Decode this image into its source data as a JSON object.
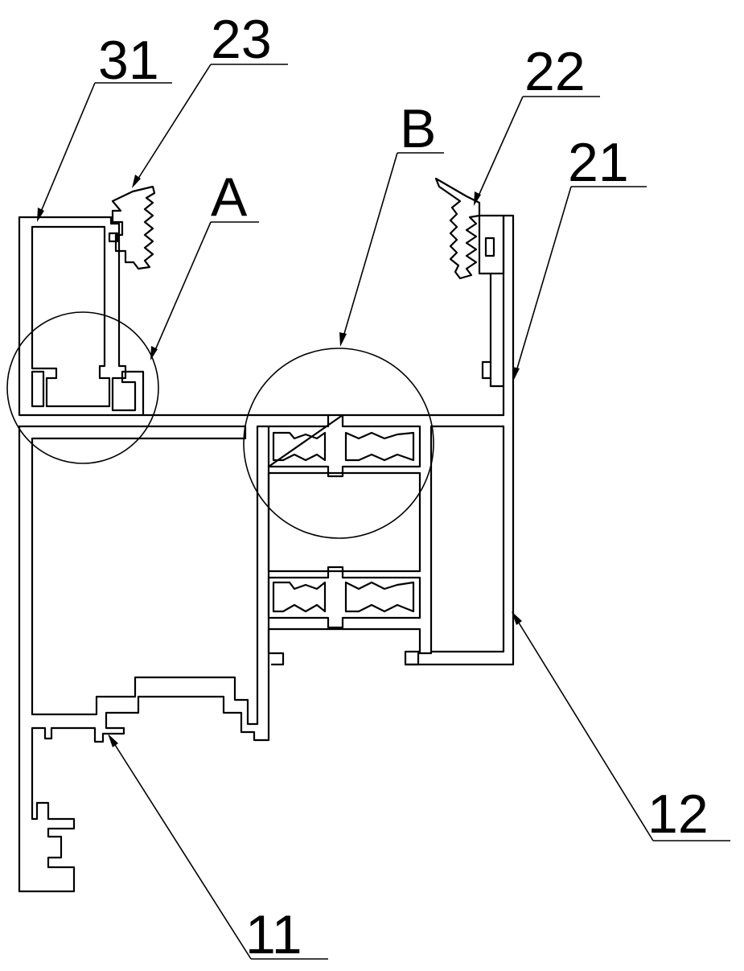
{
  "labels": {
    "l31": "31",
    "l23": "23",
    "lA": "A",
    "lB": "B",
    "l22": "22",
    "l21": "21",
    "l12": "12",
    "l11": "11"
  }
}
